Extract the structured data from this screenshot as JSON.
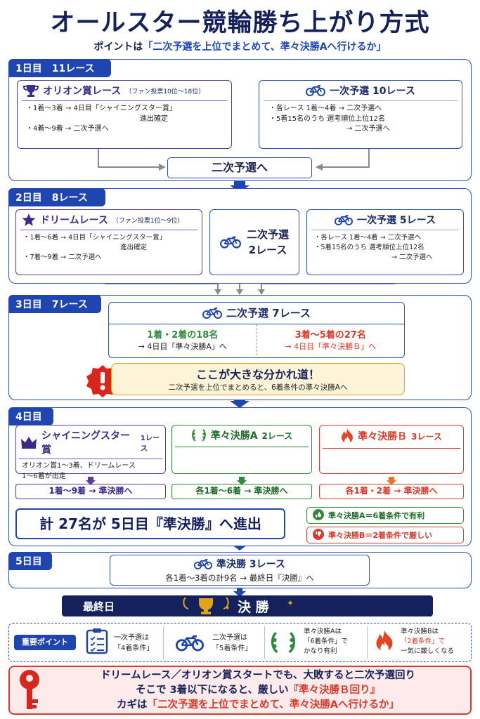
{
  "header": {
    "title": "オールスター競輪勝ち上がり方式",
    "subtitle_prefix": "ポイントは",
    "subtitle_em": "「二次予選を上位でまとめて、準々決勝Aへ行けるか」"
  },
  "day1": {
    "tab": "1日目　11レース",
    "orion": {
      "title": "オリオン賞レース",
      "note": "（ファン投票10位～18位）",
      "lines": [
        "・1着～3着 → 4日目「シャイニングスター賞」",
        "進出確定",
        "・4着～9着 → 二次予選へ"
      ]
    },
    "ichiji": {
      "title": "一次予選 10レース",
      "lines": [
        "・各レース 1着～4着 → 二次予選へ",
        "・5着15名のうち 選考順位上位12名",
        "→ 二次予選へ"
      ]
    },
    "center": "二次予選へ"
  },
  "day2": {
    "tab": "2日目　8レース",
    "dream": {
      "title": "ドリームレース",
      "note": "（ファン投票1位～9位）",
      "lines": [
        "・1着～6着 → 4日目「シャイニングスター賞」",
        "進出確定",
        "・7着～9着 → 二次予選へ"
      ]
    },
    "niji": {
      "line1": "二次予選",
      "line2": "2レース"
    },
    "ichiji": {
      "title": "一次予選 5レース",
      "lines": [
        "・各レース 1着～4着 → 二次予選へ",
        "・5着15名のうち 選考順位上位12名",
        "→ 二次予選へ"
      ]
    }
  },
  "day3": {
    "tab": "3日目　7レース",
    "niji": {
      "title": "二次予選 7レース",
      "left1": "1着・2着の18名",
      "left2": "→ 4日目「準々決勝A」へ",
      "right1": "3着～5着の27名",
      "right2": "→ 4日目「準々決勝Ｂ」へ"
    },
    "alert": {
      "title": "ここが大きな分かれ道！",
      "text": "二次予選を上位でまとめると、6着条件の準々決勝Aへ"
    }
  },
  "day4": {
    "tab": "4日目",
    "shining": {
      "title": "シャイニングスター賞",
      "races": "1レース",
      "lines": [
        "オリオン賞1～3着、ドリームレース",
        "1～6着が出走"
      ],
      "result": "1着～9着 → 準決勝へ"
    },
    "qfA": {
      "title": "準々決勝A",
      "races": "2レース",
      "result": "各1着～6着 → 準決勝へ"
    },
    "qfB": {
      "title": "準々決勝Ｂ",
      "races": "3レース",
      "result": "各1着・2着 → 準決勝へ"
    },
    "summary": "計 27名が 5日目『準決勝』へ進出",
    "goodnote": "準々決勝A＝6着条件で有利",
    "badnote": "準々決勝B＝2着条件で厳しい"
  },
  "day5": {
    "tab": "5日目",
    "semi": {
      "title": "準決勝 3レース",
      "text": "各1着～3着の計9名 → 最終日『決勝』へ"
    }
  },
  "final": {
    "label": "最終日",
    "title": "決 勝"
  },
  "points": {
    "label": "重要ポイント",
    "items": [
      {
        "l1": "一次予選は",
        "l2": "「4着条件」"
      },
      {
        "l1": "二次予選は",
        "l2": "「5着条件」"
      },
      {
        "l1": "準々決勝Aは",
        "l2": "「6着条件」で",
        "l3": "かなり有利"
      },
      {
        "l1": "準々決勝Bは",
        "l2": "「2着条件」で",
        "l3": "一気に厳しくなる"
      }
    ]
  },
  "bottom": {
    "line1": "ドリームレース／オリオン賞スタートでも、大敗すると二次予選回り",
    "line2_a": "そこで 3着以下になると、厳しい",
    "line2_b": "『準々決勝Ｂ回り』",
    "line3_a": "カギは",
    "line3_b": "「二次予選を上位でまとめて、準々決勝Aへ行けるか」"
  },
  "colors": {
    "navy": "#15215c",
    "blue": "#1f45b0",
    "green": "#2e8b3a",
    "red": "#d93a2b",
    "purple": "#5c3aa0",
    "gold": "#e0a419"
  }
}
